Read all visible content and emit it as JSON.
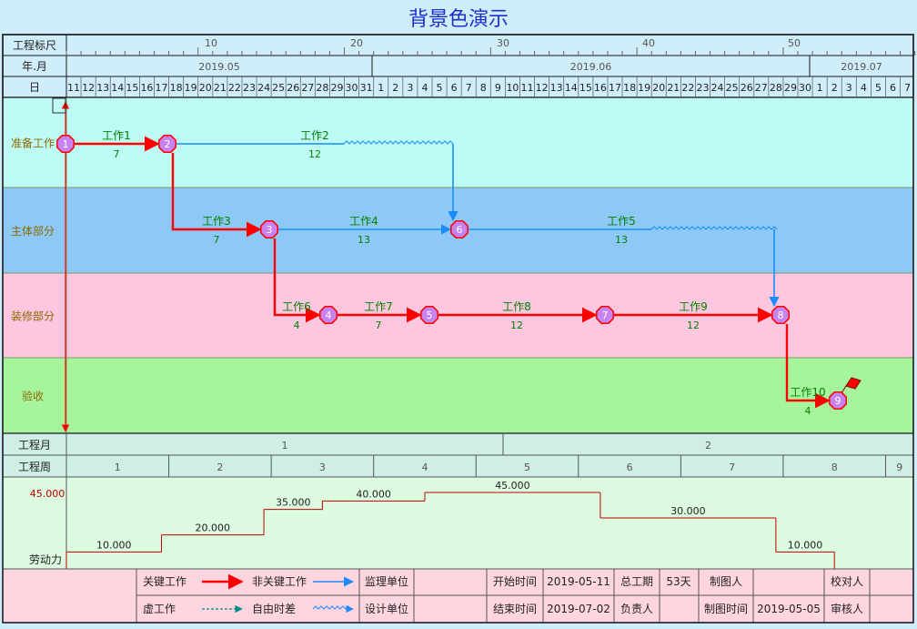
{
  "title": "背景色演示",
  "header": {
    "scale_label": "工程标尺",
    "scale_ticks": [
      "10",
      "20",
      "30",
      "40",
      "50"
    ],
    "month_label": "年.月",
    "months": [
      "2019.05",
      "2019.06",
      "2019.07"
    ],
    "day_label": "日",
    "days": [
      "11",
      "12",
      "13",
      "14",
      "15",
      "16",
      "17",
      "18",
      "19",
      "20",
      "21",
      "22",
      "23",
      "24",
      "25",
      "26",
      "27",
      "28",
      "29",
      "30",
      "31",
      "1",
      "2",
      "3",
      "4",
      "5",
      "6",
      "7",
      "8",
      "9",
      "10",
      "11",
      "12",
      "13",
      "14",
      "15",
      "16",
      "17",
      "18",
      "19",
      "20",
      "21",
      "22",
      "23",
      "24",
      "25",
      "26",
      "27",
      "28",
      "29",
      "30",
      "1",
      "2",
      "3",
      "4",
      "5",
      "6",
      "7"
    ]
  },
  "lanes": [
    {
      "label": "准备工作",
      "color": "#bdfbf4"
    },
    {
      "label": "主体部分",
      "color": "#8ec8f7"
    },
    {
      "label": "装修部分",
      "color": "#fdc7df"
    },
    {
      "label": "验收",
      "color": "#a6f59c"
    }
  ],
  "nodes": [
    "1",
    "2",
    "3",
    "4",
    "5",
    "6",
    "7",
    "8",
    "9"
  ],
  "tasks": [
    {
      "name": "工作1",
      "duration": "7"
    },
    {
      "name": "工作2",
      "duration": "12"
    },
    {
      "name": "工作3",
      "duration": "7"
    },
    {
      "name": "工作4",
      "duration": "13"
    },
    {
      "name": "工作5",
      "duration": "13"
    },
    {
      "name": "工作6",
      "duration": "4"
    },
    {
      "name": "工作7",
      "duration": "7"
    },
    {
      "name": "工作8",
      "duration": "12"
    },
    {
      "name": "工作9",
      "duration": "12"
    },
    {
      "name": "工作10",
      "duration": "4"
    }
  ],
  "project_month": {
    "label": "工程月",
    "values": [
      "1",
      "2"
    ]
  },
  "project_week": {
    "label": "工程周",
    "values": [
      "1",
      "2",
      "3",
      "4",
      "5",
      "6",
      "7",
      "8",
      "9"
    ]
  },
  "labor": {
    "label": "劳动力",
    "axis_max": "45.000",
    "values": [
      "10.000",
      "20.000",
      "35.000",
      "40.000",
      "45.000",
      "30.000",
      "10.000"
    ]
  },
  "legend": {
    "critical": "关键工作",
    "noncritical": "非关键工作",
    "dummy": "虚工作",
    "free_float": "自由时差"
  },
  "info": {
    "supervisor_label": "监理单位",
    "designer_label": "设计单位",
    "start_label": "开始时间",
    "start_value": "2019-05-11",
    "end_label": "结束时间",
    "end_value": "2019-07-02",
    "duration_label": "总工期",
    "duration_value": "53天",
    "responsible_label": "负责人",
    "drafter_label": "制图人",
    "draft_time_label": "制图时间",
    "draft_time_value": "2019-05-05",
    "proofreader_label": "校对人",
    "reviewer_label": "审核人"
  },
  "colors": {
    "critical": "#ff0000",
    "noncritical": "#1a8cff",
    "node_fill": "#c783f0",
    "title": "#1f2fcf",
    "grid_text": "#555555",
    "task_text": "#008000"
  }
}
